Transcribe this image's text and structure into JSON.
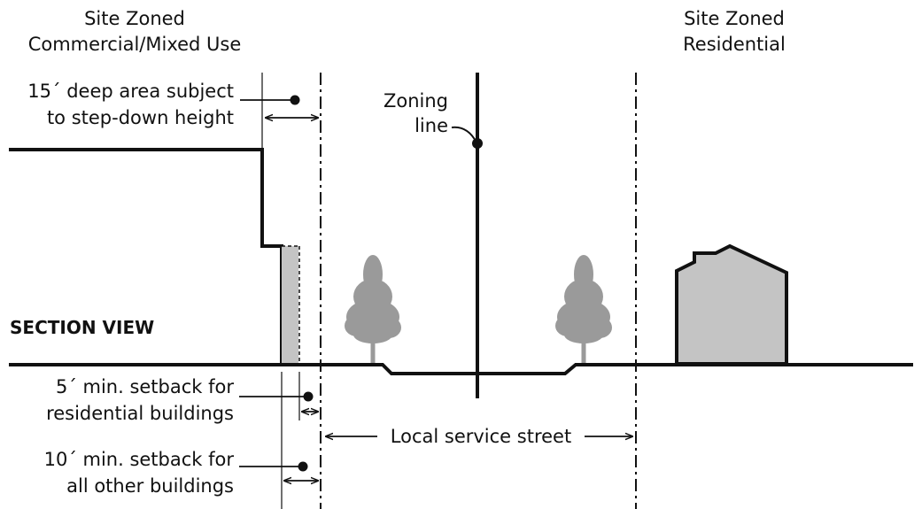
{
  "titles": {
    "left_line1": "Site Zoned",
    "left_line2": "Commercial/Mixed Use",
    "right_line1": "Site Zoned",
    "right_line2": "Residential"
  },
  "labels": {
    "stepdown_line1": "15´ deep area subject",
    "stepdown_line2": "to step-down height",
    "zoning_line1": "Zoning",
    "zoning_line2": "line",
    "section_view": "SECTION VIEW",
    "setback5_line1": "5´ min. setback for",
    "setback5_line2": "residential buildings",
    "street": "Local service street",
    "setback10_line1": "10´ min. setback for",
    "setback10_line2": "all other buildings"
  },
  "colors": {
    "ink": "#111111",
    "building_fill": "#c4c4c4",
    "tree": "#9a9a9a"
  },
  "icons": [
    "tree-icon",
    "house-icon"
  ]
}
